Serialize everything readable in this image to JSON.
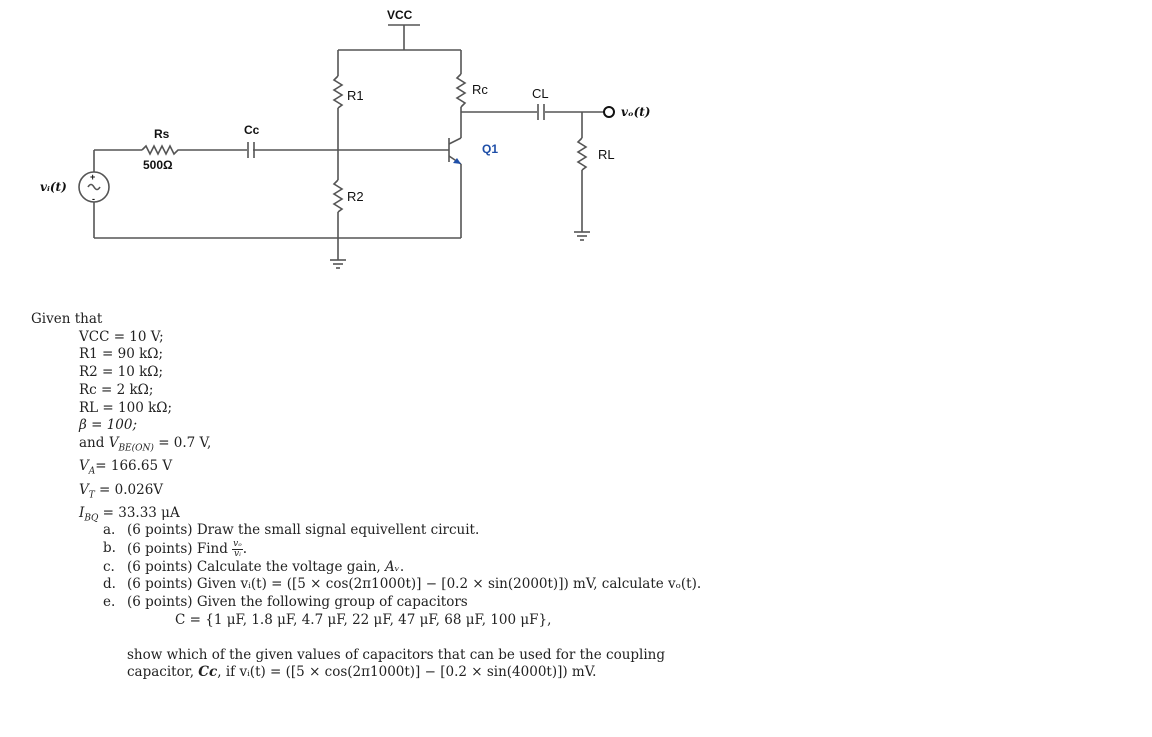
{
  "circuit": {
    "vcc": "VCC",
    "r1": "R1",
    "r2": "R2",
    "rc": "Rc",
    "cl": "CL",
    "rl": "RL",
    "q1": "Q1",
    "rs": "Rs",
    "rs_value": "500Ω",
    "cc": "Cc",
    "vi": "vᵢ(t)",
    "vo": "vₒ(t)",
    "src_plus": "+",
    "src_minus": "-"
  },
  "given": {
    "heading": "Given that",
    "vcc": "VCC = 10 V;",
    "r1": "R1 = 90 kΩ;",
    "r2": "R2 = 10 kΩ;",
    "rc": "Rc = 2 kΩ;",
    "rl": "RL = 100 kΩ;",
    "beta": "β = 100;",
    "vbe_pre": "and ",
    "vbe_sym": "V",
    "vbe_sub": "BE(ON)",
    "vbe_post": " = 0.7 V,",
    "va_sym": "V",
    "va_sub": "A",
    "va_post": "= 166.65 V",
    "vt_sym": "V",
    "vt_sub": "T",
    "vt_post": " = 0.026V",
    "ibq_sym": "I",
    "ibq_sub": "BQ",
    "ibq_post": " = 33.33 μA"
  },
  "questions": {
    "a_key": "a.",
    "a_text": "(6 points) Draw the small signal equivellent circuit.",
    "b_key": "b.",
    "b_text": "(6 points) Find ",
    "b_num": "vₒ",
    "b_den": "vᵢ",
    "b_end": ".",
    "c_key": "c.",
    "c_text": "(6 points) Calculate the voltage gain, ",
    "c_sym": "Aᵥ",
    "c_end": ".",
    "d_key": "d.",
    "d_text": "(6 points) Given vᵢ(t) = ([5 × cos(2π1000t)] − [0.2 × sin(2000t)]) mV, calculate vₒ(t).",
    "e_key": "e.",
    "e_text": "(6 points) Given the following group of capacitors",
    "e_set": "C = {1 μF, 1.8 μF, 4.7 μF, 22 μF, 47 μF, 68 μF, 100 μF},",
    "e_tail": "show which of the given values of capacitors that can be used for the coupling capacitor, ",
    "e_sym": "Cc",
    "e_tail2": ", if vᵢ(t) = ([5 × cos(2π1000t)] − [0.2 × sin(4000t)]) mV."
  }
}
